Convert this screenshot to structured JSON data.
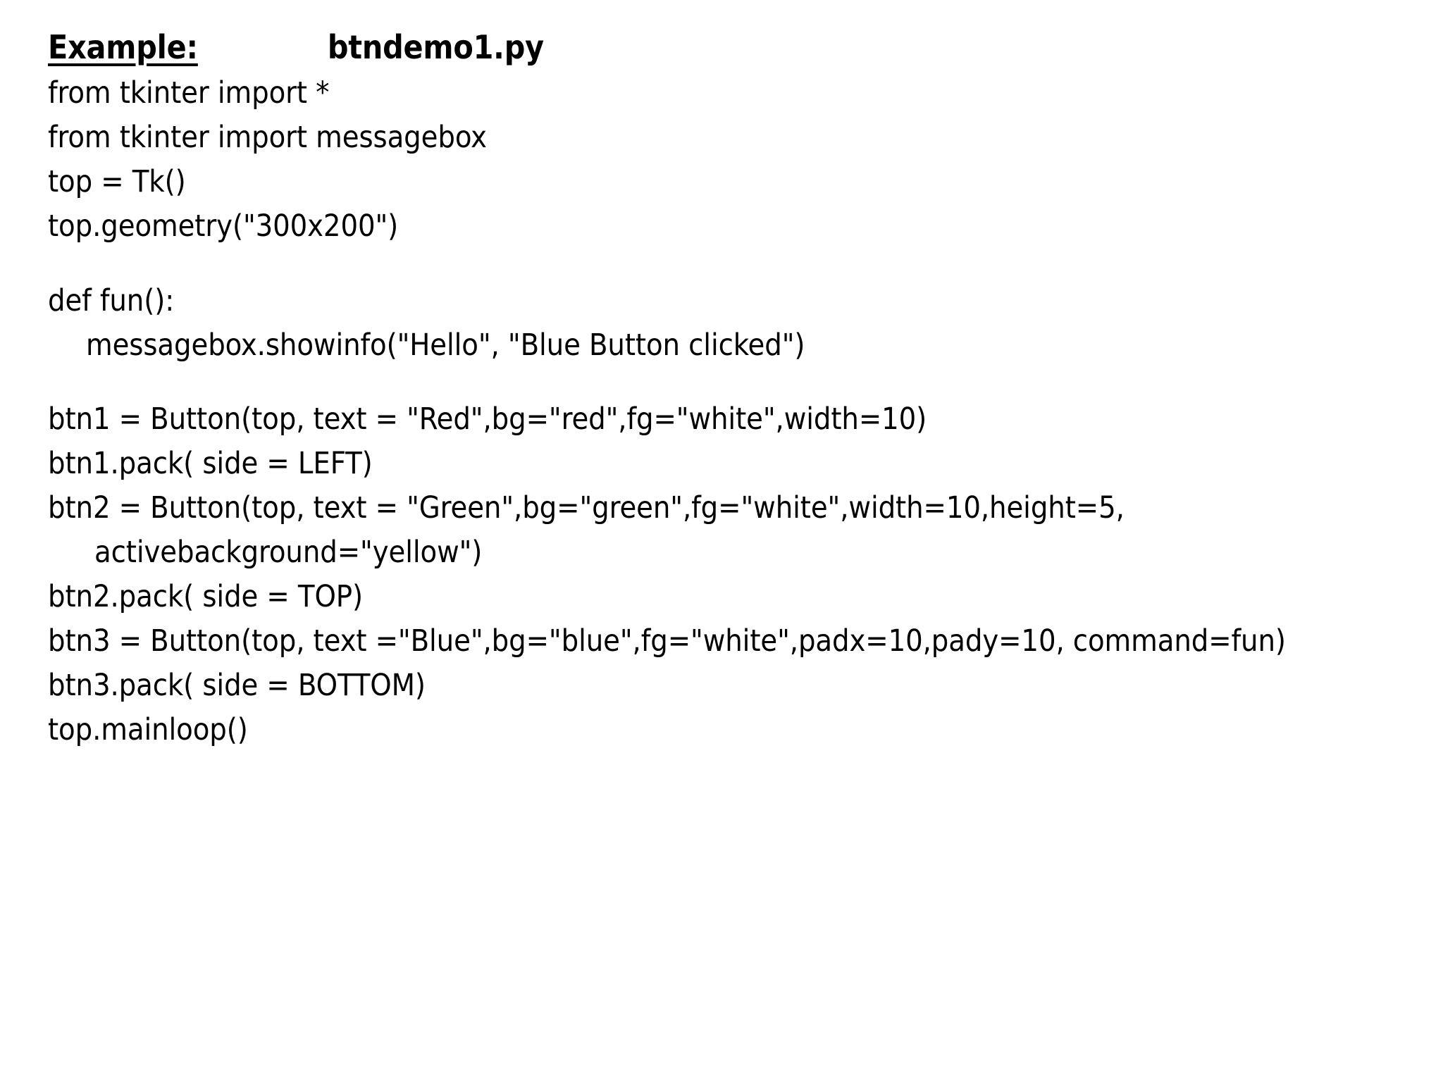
{
  "slide": {
    "background_color": "#ffffff",
    "text_color": "#000000",
    "title": {
      "label": "Example:",
      "filename": "btndemo1.py"
    },
    "code": {
      "language": "python",
      "lines": [
        {
          "text": "from tkinter import *",
          "indent": 0,
          "blank": false
        },
        {
          "text": "from tkinter import messagebox",
          "indent": 0,
          "blank": false
        },
        {
          "text": "top = Tk()",
          "indent": 0,
          "blank": false
        },
        {
          "text": "top.geometry(\"300x200\")",
          "indent": 0,
          "blank": false
        },
        {
          "text": "",
          "indent": 0,
          "blank": true
        },
        {
          "text": "def fun():",
          "indent": 0,
          "blank": false
        },
        {
          "text": "messagebox.showinfo(\"Hello\", \"Blue Button clicked\")",
          "indent": 1,
          "blank": false
        },
        {
          "text": "",
          "indent": 0,
          "blank": true
        },
        {
          "text": "btn1 = Button(top, text = \"Red\",bg=\"red\",fg=\"white\",width=10)",
          "indent": 0,
          "blank": false
        },
        {
          "text": "btn1.pack( side = LEFT)",
          "indent": 0,
          "blank": false
        },
        {
          "text": "btn2 = Button(top, text = \"Green\",bg=\"green\",fg=\"white\",width=10,height=5, activebackground=\"yellow\")",
          "indent": 0,
          "blank": false,
          "wrap": true
        },
        {
          "text": "btn2.pack( side = TOP)",
          "indent": 0,
          "blank": false
        },
        {
          "text": "btn3 = Button(top, text =\"Blue\",bg=\"blue\",fg=\"white\",padx=10,pady=10, command=fun)",
          "indent": 0,
          "blank": false,
          "wrap": true
        },
        {
          "text": "btn3.pack( side = BOTTOM)",
          "indent": 0,
          "blank": false
        },
        {
          "text": "top.mainloop()",
          "indent": 0,
          "blank": false
        }
      ]
    }
  }
}
